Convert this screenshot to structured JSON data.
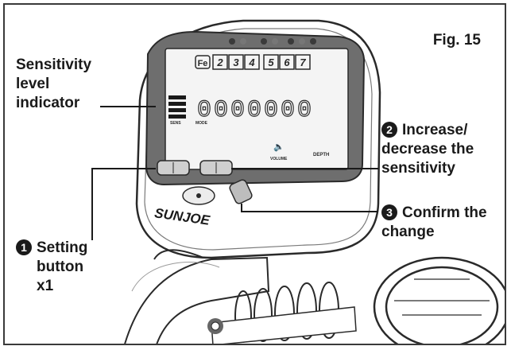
{
  "figure": {
    "title": "Fig. 15"
  },
  "labels": {
    "sensitivity": [
      "Sensitivity",
      "level",
      "indicator"
    ],
    "step1": {
      "num": "1",
      "lines": [
        "Setting",
        "button",
        "x1"
      ]
    },
    "step2": {
      "num": "2",
      "lines": [
        "Increase/",
        "decrease the",
        "sensitivity"
      ]
    },
    "step3": {
      "num": "3",
      "lines": [
        "Confirm the",
        "change"
      ]
    }
  },
  "device": {
    "brand": "SUNJOE",
    "lcd": {
      "fe_label": "Fe",
      "levels": [
        "2",
        "3",
        "4",
        "5",
        "6",
        "7"
      ],
      "digits": "0000000",
      "volume_label": "VOLUME",
      "depth_label": "DEPTH",
      "small_label_left": "SENS",
      "small_label_mid": "MODE"
    }
  },
  "colors": {
    "ink": "#1a1a1a",
    "lcd": "#6e6e6e",
    "lcd_screen": "#f4f4f4",
    "button": "#cfcfcf"
  }
}
